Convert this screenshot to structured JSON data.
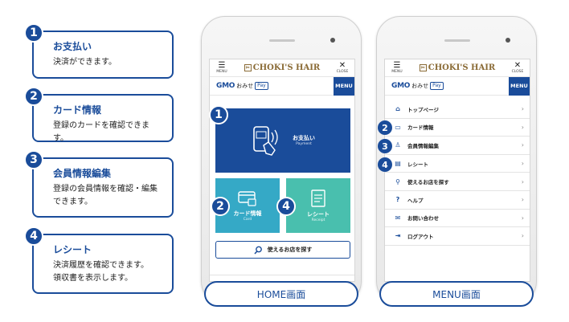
{
  "features": [
    {
      "num": "1",
      "title": "お支払い",
      "desc1": "決済ができます。",
      "desc2": ""
    },
    {
      "num": "2",
      "title": "カード情報",
      "desc1": "登録のカードを確認できます。",
      "desc2": ""
    },
    {
      "num": "3",
      "title": "会員情報編集",
      "desc1": "登録の会員情報を確認・編集",
      "desc2": "できます。"
    },
    {
      "num": "4",
      "title": "レシート",
      "desc1": "決済履歴を確認できます。",
      "desc2": "領収書を表示します。"
    }
  ],
  "app": {
    "menu_caption": "MENU",
    "close_caption": "CLOSE",
    "brand_name": "CHOKI'S HAIR",
    "gmo_word": "GMO",
    "gmo_text": "おみせ",
    "pay_badge": "Pay",
    "menu_button": "MENU"
  },
  "home": {
    "pay_label": "お支払い",
    "pay_sub": "Payment",
    "card_label": "カード情報",
    "card_sub": "Card",
    "receipt_label": "レシート",
    "receipt_sub": "Receipt",
    "shop_search": "使えるお店を探す",
    "caption": "HOME画面",
    "markers": [
      "1",
      "2",
      "4"
    ]
  },
  "menu": {
    "items": [
      {
        "label": "トップページ",
        "icon": "home-icon",
        "marker": ""
      },
      {
        "label": "カード情報",
        "icon": "card-icon",
        "marker": "2"
      },
      {
        "label": "会員情報編集",
        "icon": "user-icon",
        "marker": "3"
      },
      {
        "label": "レシート",
        "icon": "receipt-icon",
        "marker": "4"
      },
      {
        "label": "使えるお店を探す",
        "icon": "search-icon",
        "marker": ""
      },
      {
        "label": "ヘルプ",
        "icon": "help-icon",
        "marker": ""
      },
      {
        "label": "お問い合わせ",
        "icon": "mail-icon",
        "marker": ""
      },
      {
        "label": "ログアウト",
        "icon": "logout-icon",
        "marker": ""
      }
    ],
    "caption": "MENU画面"
  },
  "colors": {
    "accent": "#1a4c9a",
    "card_tile": "#35a9c6",
    "receipt_tile": "#49bfae"
  }
}
